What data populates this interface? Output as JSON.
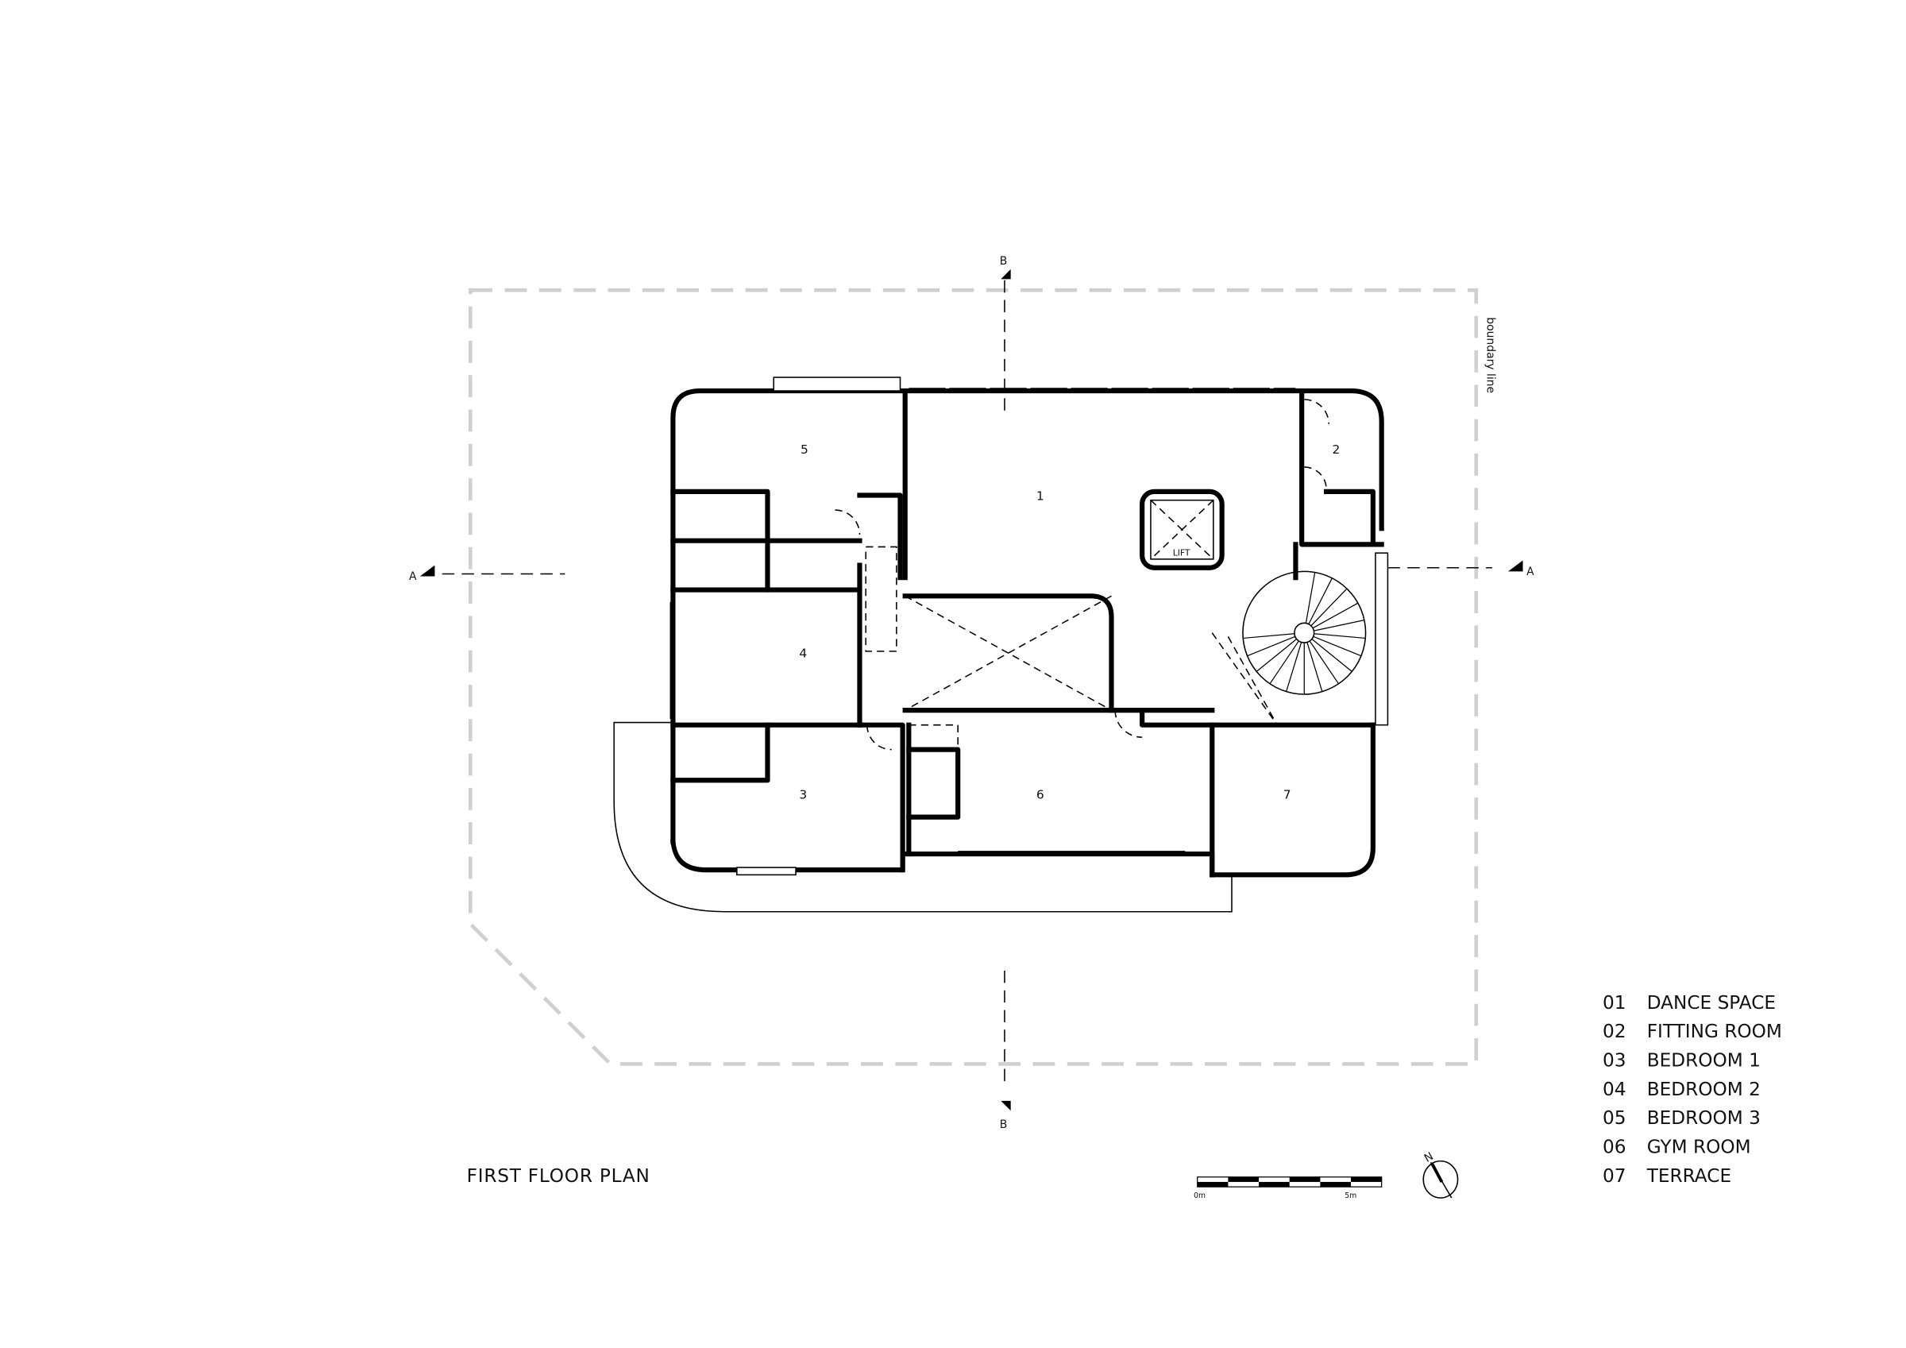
{
  "title": "FIRST FLOOR PLAN",
  "boundary_label": "boundary line",
  "lift_label": "LIFT",
  "section_markers": {
    "a_left": "A",
    "a_right": "A",
    "b_top": "B",
    "b_bottom": "B"
  },
  "rooms": [
    {
      "number": "1"
    },
    {
      "number": "2"
    },
    {
      "number": "3"
    },
    {
      "number": "4"
    },
    {
      "number": "5"
    },
    {
      "number": "6"
    },
    {
      "number": "7"
    }
  ],
  "legend": [
    {
      "code": "01",
      "name": "DANCE SPACE"
    },
    {
      "code": "02",
      "name": "FITTING ROOM"
    },
    {
      "code": "03",
      "name": "BEDROOM 1"
    },
    {
      "code": "04",
      "name": "BEDROOM 2"
    },
    {
      "code": "05",
      "name": "BEDROOM 3"
    },
    {
      "code": "06",
      "name": "GYM ROOM"
    },
    {
      "code": "07",
      "name": "TERRACE"
    }
  ],
  "scale_bar": {
    "start_label": "0m",
    "end_label": "5m"
  },
  "north_label": "N"
}
